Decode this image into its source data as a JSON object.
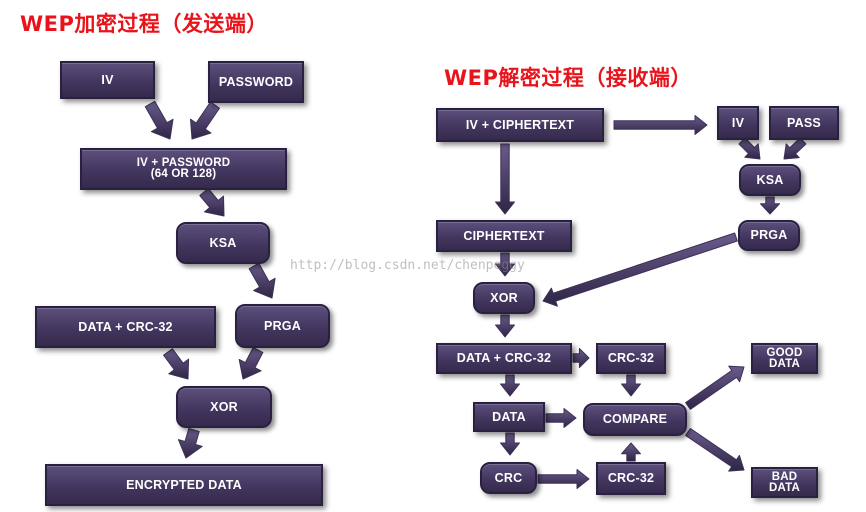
{
  "titles": {
    "send": "WEP加密过程（发送端）",
    "recv": "WEP解密过程（接收端）"
  },
  "encrypt": {
    "iv": "IV",
    "password": "PASSWORD",
    "iv_password": "IV + PASSWORD\n(64 OR 128)",
    "ksa": "KSA",
    "data_crc": "DATA + CRC-32",
    "prga": "PRGA",
    "xor": "XOR",
    "encrypted": "ENCRYPTED DATA"
  },
  "decrypt": {
    "iv_ciphertext": "IV + CIPHERTEXT",
    "iv": "IV",
    "pass": "PASS",
    "ksa": "KSA",
    "ciphertext": "CIPHERTEXT",
    "prga": "PRGA",
    "xor": "XOR",
    "data_crc": "DATA + CRC-32",
    "crc32_top": "CRC-32",
    "good_data": "GOOD\nDATA",
    "data": "DATA",
    "compare": "COMPARE",
    "crc": "CRC",
    "crc32_bottom": "CRC-32",
    "bad_data": "BAD\nDATA"
  },
  "watermark": "http://blog.csdn.net/chenpeggy",
  "colors": {
    "title": "#e8141b",
    "box": "#43365f",
    "arrow": "#3d3158"
  }
}
